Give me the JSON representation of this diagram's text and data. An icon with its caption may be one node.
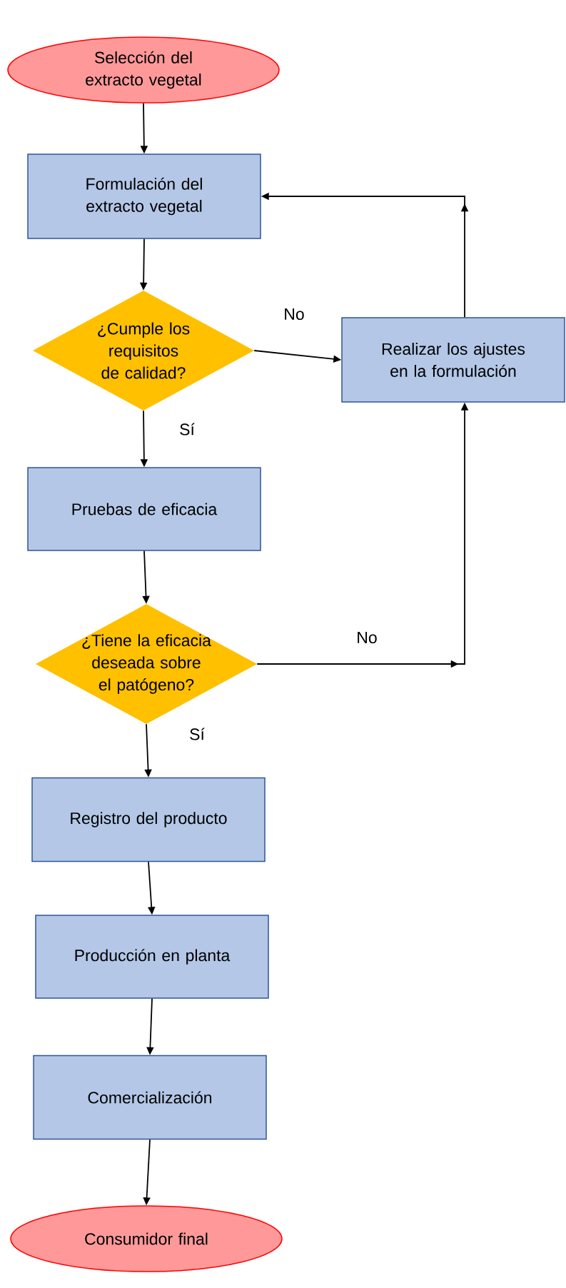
{
  "diagram": {
    "nodes": [
      {
        "text": [
          "Selección del extracto vegetal"
        ]
      },
      {
        "text": [
          "Formulación del extracto vegetal"
        ]
      },
      {
        "text": [
          "¿Cumple los requisitos de calidad?"
        ]
      },
      {
        "text": [
          "Realizar los ajustes en la formulación"
        ]
      },
      {
        "text": [
          "Pruebas de eficacia"
        ]
      },
      {
        "text": [
          "¿Tiene la eficacia deseada sobre el patógeno?"
        ]
      },
      {
        "text": [
          "Registro del producto"
        ]
      },
      {
        "text": [
          "Producción en planta"
        ]
      },
      {
        "text": [
          "Comercialización"
        ]
      },
      {
        "text": [
          "Consumidor final"
        ]
      }
    ],
    "edges": [
      {
        "from": 0,
        "to": 1,
        "arrow": "to"
      },
      {
        "from": 1,
        "to": 2,
        "arrow": "to"
      },
      {
        "from": 2,
        "to": 3,
        "arrow": "to",
        "label": "No"
      },
      {
        "from": 2,
        "to": 4,
        "arrow": "to",
        "label": "Sí"
      },
      {
        "from": 4,
        "to": 5,
        "arrow": "to"
      },
      {
        "from": 5,
        "to": 3,
        "arrow": "to",
        "label": "No"
      },
      {
        "from": 3,
        "to": 1,
        "arrow": "to"
      },
      {
        "from": 5,
        "to": 6,
        "arrow": "to",
        "label": "Sí"
      },
      {
        "from": 6,
        "to": 7,
        "arrow": "to"
      },
      {
        "from": 7,
        "to": 8,
        "arrow": "to"
      },
      {
        "from": 8,
        "to": 9,
        "arrow": "to"
      }
    ]
  }
}
